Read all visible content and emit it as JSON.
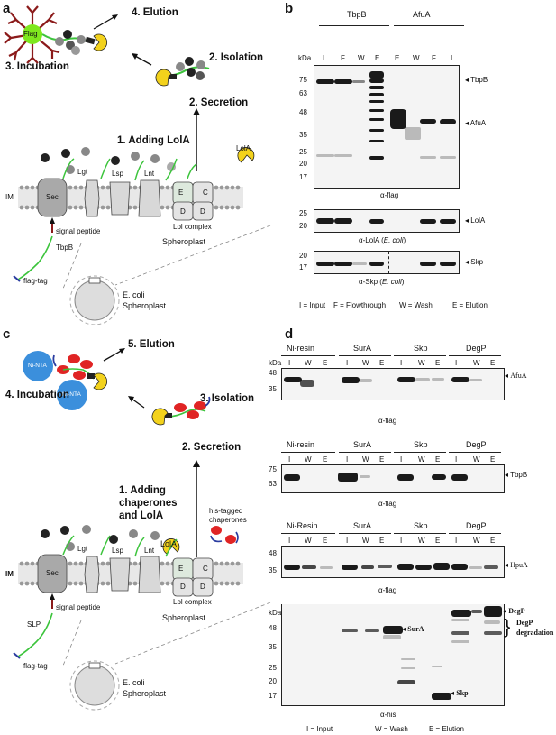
{
  "panels": {
    "a": "a",
    "b": "b",
    "c": "c",
    "d": "d"
  },
  "a": {
    "step_elution": "4. Elution",
    "flag": "Flag",
    "step_incubation": "3. Incubation",
    "step_isolation": "2. Isolation",
    "step_secretion": "2. Secretion",
    "step_adding": "1. Adding LolA",
    "lola": "LolA",
    "im": "IM",
    "sec": "Sec",
    "lgt": "Lgt",
    "lsp": "Lsp",
    "lnt": "Lnt",
    "e": "E",
    "c": "C",
    "d1": "D",
    "d2": "D",
    "lol_complex": "Lol complex",
    "signal_peptide": "signal peptide",
    "tbpb": "TbpB",
    "spheroplast": "Spheroplast",
    "flag_tag": "flag-tag",
    "ecoli": "E. coli",
    "ecoli_sph": "Spheroplast"
  },
  "b": {
    "group1": "TbpB",
    "group2": "AfuA",
    "lanes": [
      "I",
      "F",
      "W",
      "E",
      "E",
      "W",
      "F",
      "I"
    ],
    "kda": "kDa",
    "blot1_markers": [
      "75",
      "63",
      "48",
      "35",
      "25",
      "20",
      "17"
    ],
    "blot1_right": [
      "TbpB",
      "AfuA"
    ],
    "blot1_caption": "α-flag",
    "blot2_markers": [
      "25",
      "20"
    ],
    "blot2_right": "LolA",
    "blot2_caption_pre": "α-LolA (",
    "blot2_caption_it": "E. coli",
    "blot2_caption_post": ")",
    "blot3_markers": [
      "20",
      "17"
    ],
    "blot3_right": "Skp",
    "blot3_caption_pre": "α-Skp (",
    "blot3_caption_it": "E. coli",
    "blot3_caption_post": ")",
    "legend": [
      "I = Input",
      "F = Flowthrough",
      "W = Wash",
      "E = Elution"
    ]
  },
  "c": {
    "step_elution": "5. Elution",
    "ni_nta1": "Ni-NTA",
    "ni_nta2": "Ni-NTA",
    "step_incubation": "4. Incubation",
    "step_isolation": "3. Isolation",
    "step_secretion": "2. Secretion",
    "step_adding1": "1. Adding",
    "step_adding2": "chaperones",
    "step_adding3": "and LolA",
    "his1": "his-tagged",
    "his2": "chaperones",
    "lola": "LolA",
    "im": "IM",
    "sec": "Sec",
    "lgt": "Lgt",
    "lsp": "Lsp",
    "lnt": "Lnt",
    "e": "E",
    "c": "C",
    "d1": "D",
    "d2": "D",
    "lol_complex": "Lol complex",
    "signal_peptide": "signal peptide",
    "slp": "SLP",
    "spheroplast": "Spheroplast",
    "flag_tag": "flag-tag",
    "ecoli": "E. coli",
    "ecoli_sph": "Spheroplast"
  },
  "d": {
    "kda": "kDa",
    "groups1": [
      "Ni-resin",
      "SurA",
      "Skp",
      "DegP"
    ],
    "groups3": [
      "Ni-Resin",
      "SurA",
      "Skp",
      "DegP"
    ],
    "lanes": [
      "I",
      "W",
      "E",
      "I",
      "W",
      "E",
      "I",
      "W",
      "E",
      "I",
      "W",
      "E"
    ],
    "blot1_markers": [
      "48",
      "35"
    ],
    "blot1_right": "AfuA",
    "blot2_markers": [
      "75",
      "63"
    ],
    "blot2_right": "TbpB",
    "blot3_markers": [
      "48",
      "35"
    ],
    "blot3_right": "HpuA",
    "blot4_markers": [
      "48",
      "35",
      "25",
      "20",
      "17"
    ],
    "blot4_labels": [
      "SurA",
      "Skp",
      "DegP",
      "DegP",
      "degradation"
    ],
    "caption_flag1": "α-flag",
    "caption_flag2": "α-flag",
    "caption_flag3": "α-flag",
    "caption_his": "α-his",
    "legend": [
      "I = Input",
      "W = Wash",
      "E = Elution"
    ]
  }
}
